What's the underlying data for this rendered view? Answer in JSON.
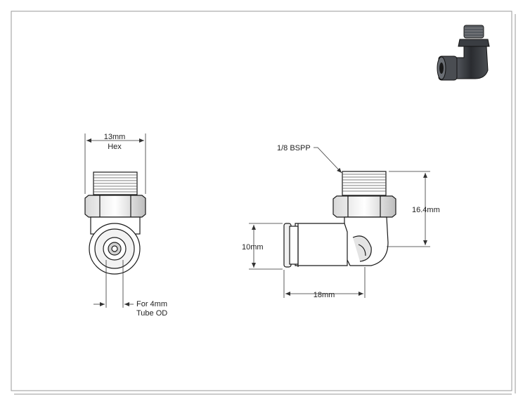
{
  "drawing": {
    "front_view": {
      "hex_size": "13mm",
      "hex_label": "Hex",
      "tube_note_line1": "For 4mm",
      "tube_note_line2": "Tube OD"
    },
    "side_view": {
      "thread_label": "1/8 BSPP",
      "height": "16.4mm",
      "body_height": "10mm",
      "length": "18mm"
    }
  },
  "colors": {
    "line": "#1a1a1a",
    "dim_line": "#333333",
    "frame": "#9a9a9a",
    "body_fill": "#ffffff",
    "shade": "#c8c8c8",
    "render_dark": "#3c3f44"
  }
}
